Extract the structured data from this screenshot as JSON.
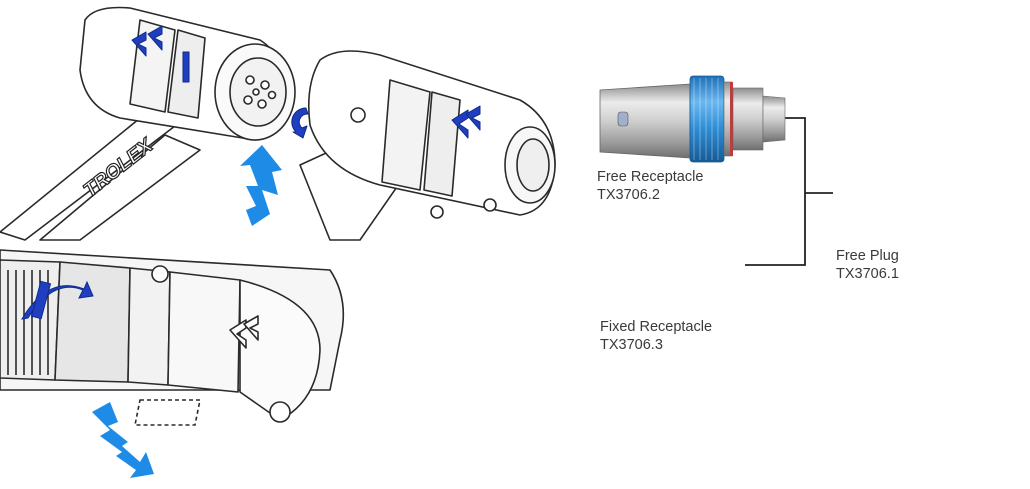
{
  "brand": {
    "text": "TROLEX"
  },
  "labels": {
    "free_receptacle": {
      "name": "Free Receptacle",
      "code": "TX3706.2"
    },
    "fixed_receptacle": {
      "name": "Fixed Receptacle",
      "code": "TX3706.3"
    },
    "free_plug": {
      "name": "Free Plug",
      "code": "TX3706.1"
    }
  },
  "colors": {
    "accent_blue": "#2f8fd6",
    "arrow_blue": "#1e8ce6",
    "mark_blue": "#1f3fc0",
    "ring_red": "#c23a3a",
    "metal": "#cfcfcf",
    "connector_line": "#222222"
  },
  "icons": [
    "lightning-arrow-up-icon",
    "lightning-arrow-down-icon",
    "rotate-arrow-icon",
    "chevron-mark-icon"
  ]
}
